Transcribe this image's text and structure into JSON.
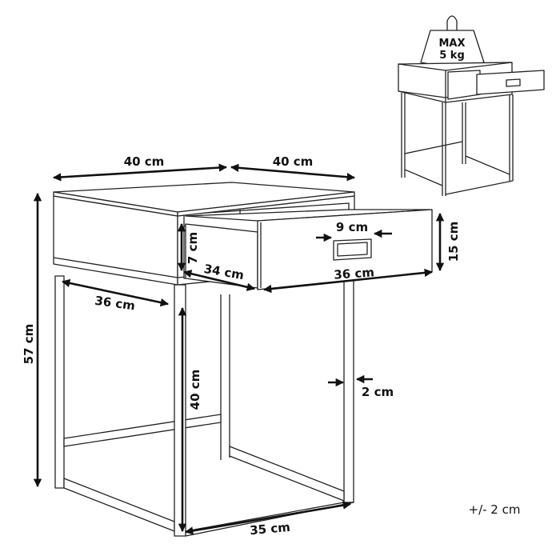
{
  "dimensions": {
    "top_depth": "40 cm",
    "top_width": "40 cm",
    "total_height": "57 cm",
    "side_width": "36 cm",
    "leg_height": "40 cm",
    "base_width": "35 cm",
    "leg_thickness": "2 cm",
    "drawer_inner_height": "7 cm",
    "drawer_depth": "34 cm",
    "drawer_front_width": "36 cm",
    "drawer_front_height": "15 cm",
    "handle_width": "9 cm"
  },
  "max_load": {
    "line1": "MAX",
    "line2": "5 kg"
  },
  "tolerance": "+/- 2 cm",
  "colors": {
    "line": "#222222",
    "background": "#ffffff"
  }
}
